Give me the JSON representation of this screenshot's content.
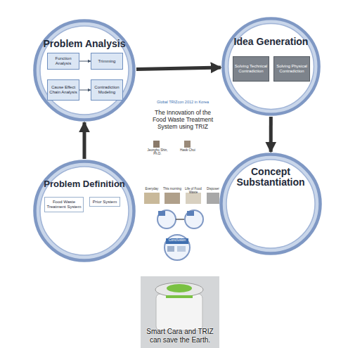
{
  "diagram": {
    "title": "The Innovation of the Food Waste Treatment System using TRIZ",
    "nodes": [
      {
        "text": [
          "Problem Analysis"
        ]
      },
      {
        "text": [
          "Function Analysis"
        ],
        "in": 0
      },
      {
        "text": [
          "Trimming"
        ],
        "in": 0
      },
      {
        "text": [
          "Cause Effect Chain Analysis"
        ],
        "in": 0
      },
      {
        "text": [
          "Contradiction Modeling"
        ],
        "in": 0
      },
      {
        "text": [
          "Idea Generation"
        ]
      },
      {
        "text": [
          "Solving Technical Contradiction"
        ],
        "in": 5
      },
      {
        "text": [
          "Solving Physical Contradiction"
        ],
        "in": 5
      },
      {
        "text": [
          "Problem Definition"
        ]
      },
      {
        "text": [
          "Food Waste Treatment System"
        ],
        "in": 8
      },
      {
        "text": [
          "Prior System"
        ],
        "in": 8
      },
      {
        "text": [
          "Concept Substantiation"
        ]
      },
      {
        "text": [
          "Smart Cara and TRIZ can save the Earth."
        ]
      }
    ],
    "edges": [
      {
        "from": 8,
        "to": 0,
        "arrow": "to"
      },
      {
        "from": 0,
        "to": 5,
        "arrow": "to"
      },
      {
        "from": 5,
        "to": 11,
        "arrow": "to"
      },
      {
        "from": 1,
        "to": 2,
        "arrow": "to"
      },
      {
        "from": 3,
        "to": 4,
        "arrow": "to"
      }
    ],
    "labels": [
      "Global TRIZcon 2012 in Korea",
      "Jeongho Shin, Ph.D.",
      "Hasik Choi",
      "Everyday",
      "This morning",
      "Life of Food Waste",
      "Disposer",
      "Conclusion"
    ]
  }
}
